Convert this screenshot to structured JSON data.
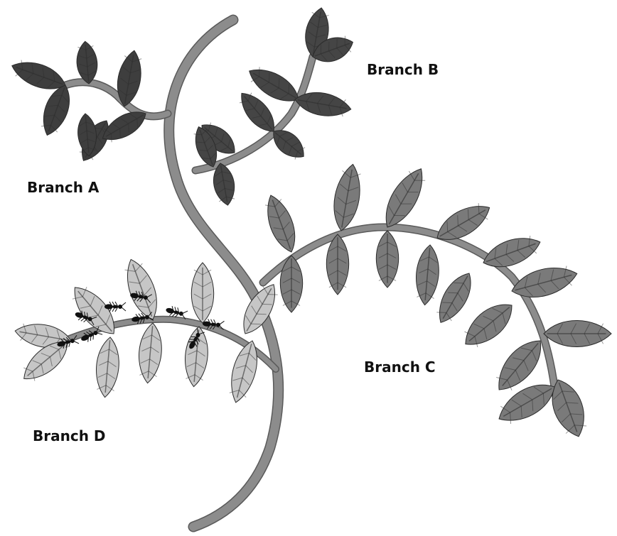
{
  "labels": {
    "branch_a": "Branch A",
    "branch_b": "Branch B",
    "branch_c": "Branch C",
    "branch_d": "Branch D"
  },
  "colors": {
    "stem": "#8c8c8c",
    "stem_edge": "#5a5a5a",
    "branch_a_leaf": "#3e3e3e",
    "branch_b_leaf": "#454545",
    "branch_c_leaf": "#7a7a7a",
    "branch_d_leaf": "#c6c6c6",
    "ant": "#111111"
  }
}
